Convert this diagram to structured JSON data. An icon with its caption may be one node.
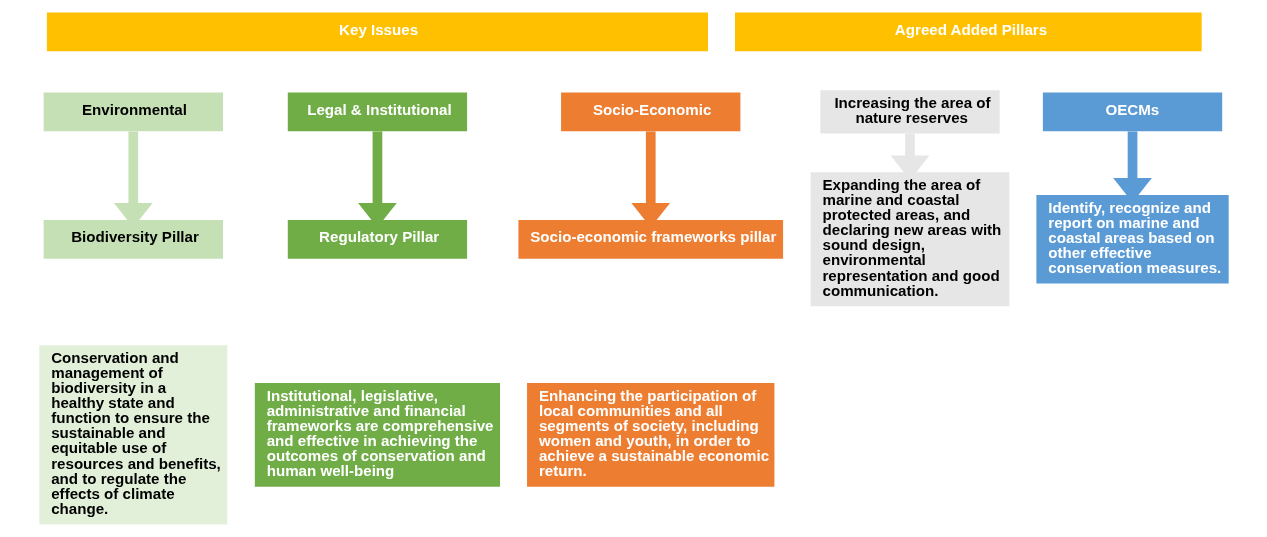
{
  "diagram": {
    "nodes": [
      {
        "text": [
          "Key Issues"
        ]
      },
      {
        "text": [
          "Agreed Added Pillars"
        ]
      },
      {
        "text": [
          "Environmental"
        ]
      },
      {
        "text": [
          "Legal & Institutional"
        ]
      },
      {
        "text": [
          "Socio-Economic"
        ]
      },
      {
        "text": [
          "Increasing the area of nature reserves"
        ]
      },
      {
        "text": [
          "OECMs"
        ]
      },
      {
        "text": [
          "Biodiversity Pillar"
        ]
      },
      {
        "text": [
          "Regulatory Pillar"
        ]
      },
      {
        "text": [
          "Socio-economic frameworks pillar"
        ]
      },
      {
        "text": [
          "Expanding the area of marine and coastal protected areas, and declaring new areas with sound design, environmental representation and good communication."
        ]
      },
      {
        "text": [
          "Identify, recognize and report on marine and coastal areas based on other effective conservation measures."
        ]
      },
      {
        "text": [
          "Conservation and management of biodiversity in a healthy state and function to ensure the sustainable and equitable use of resources and benefits, and to regulate the effects of climate change."
        ]
      },
      {
        "text": [
          "Institutional, legislative, administrative and financial frameworks are comprehensive and effective in achieving the outcomes of conservation and human well-being"
        ]
      },
      {
        "text": [
          "Enhancing the participation of local communities and all segments of society, including women and youth, in order to achieve a sustainable economic return."
        ]
      }
    ],
    "edges": [
      {
        "from": 2,
        "to": 7,
        "arrow": "to",
        "color": "#c5e0b4"
      },
      {
        "from": 3,
        "to": 8,
        "arrow": "to",
        "color": "#70ad47"
      },
      {
        "from": 4,
        "to": 9,
        "arrow": "to",
        "color": "#ed7d31"
      },
      {
        "from": 5,
        "to": 10,
        "arrow": "to",
        "color": "#e7e6e6"
      },
      {
        "from": 6,
        "to": 11,
        "arrow": "to",
        "color": "#5b9bd5"
      }
    ]
  }
}
